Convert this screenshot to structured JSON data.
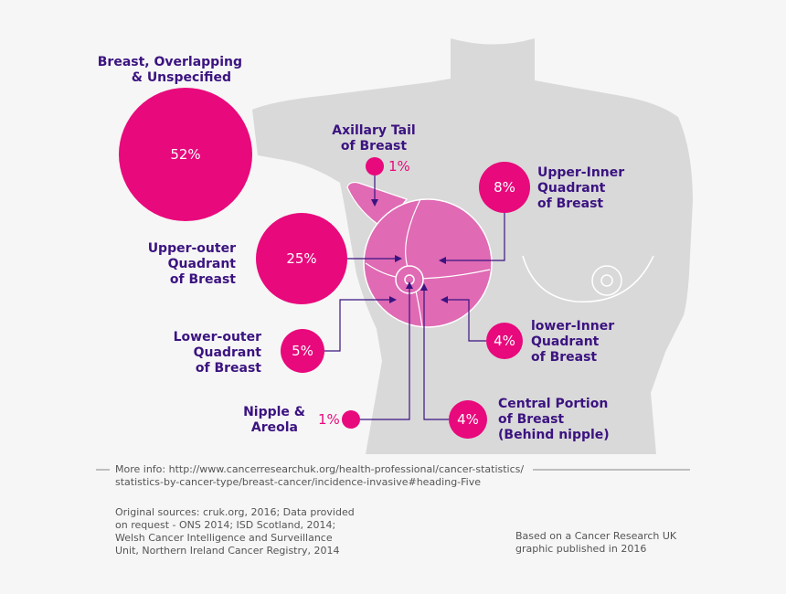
{
  "colors": {
    "accent": "#e8097c",
    "label": "#3b1380",
    "body": "#d9d9d9",
    "breast": "#e06ab4",
    "note": "#555555"
  },
  "segments": [
    {
      "id": "overlapping",
      "label_lines": [
        "Breast, Overlapping",
        "& Unspecified"
      ],
      "value": 52,
      "percent": "52%"
    },
    {
      "id": "axillary-tail",
      "label_lines": [
        "Axillary Tail",
        "of Breast"
      ],
      "value": 1,
      "percent": "1%"
    },
    {
      "id": "upper-inner",
      "label_lines": [
        "Upper-Inner",
        "Quadrant",
        "of Breast"
      ],
      "value": 8,
      "percent": "8%"
    },
    {
      "id": "upper-outer",
      "label_lines": [
        "Upper-outer",
        "Quadrant",
        "of Breast"
      ],
      "value": 25,
      "percent": "25%"
    },
    {
      "id": "lower-outer",
      "label_lines": [
        "Lower-outer",
        "Quadrant",
        "of Breast"
      ],
      "value": 5,
      "percent": "5%"
    },
    {
      "id": "lower-inner",
      "label_lines": [
        "lower-Inner",
        "Quadrant",
        "of Breast"
      ],
      "value": 4,
      "percent": "4%"
    },
    {
      "id": "nipple",
      "label_lines": [
        "Nipple &",
        "Areola"
      ],
      "value": 1,
      "percent": "1%"
    },
    {
      "id": "central",
      "label_lines": [
        "Central Portion",
        "of Breast",
        "(Behind nipple)"
      ],
      "value": 4,
      "percent": "4%"
    }
  ],
  "footer": {
    "more_info_lines": [
      "More info: http://www.cancerresearchuk.org/health-professional/cancer-statistics/",
      "statistics-by-cancer-type/breast-cancer/incidence-invasive#heading-Five"
    ],
    "sources_lines": [
      "Original sources: cruk.org, 2016; Data provided",
      "on request - ONS 2014; ISD Scotland, 2014;",
      "Welsh Cancer Intelligence and Surveillance",
      "Unit, Northern Ireland Cancer Registry, 2014"
    ],
    "credit_lines": [
      "Based on a Cancer Research UK",
      "graphic published in 2016"
    ]
  }
}
